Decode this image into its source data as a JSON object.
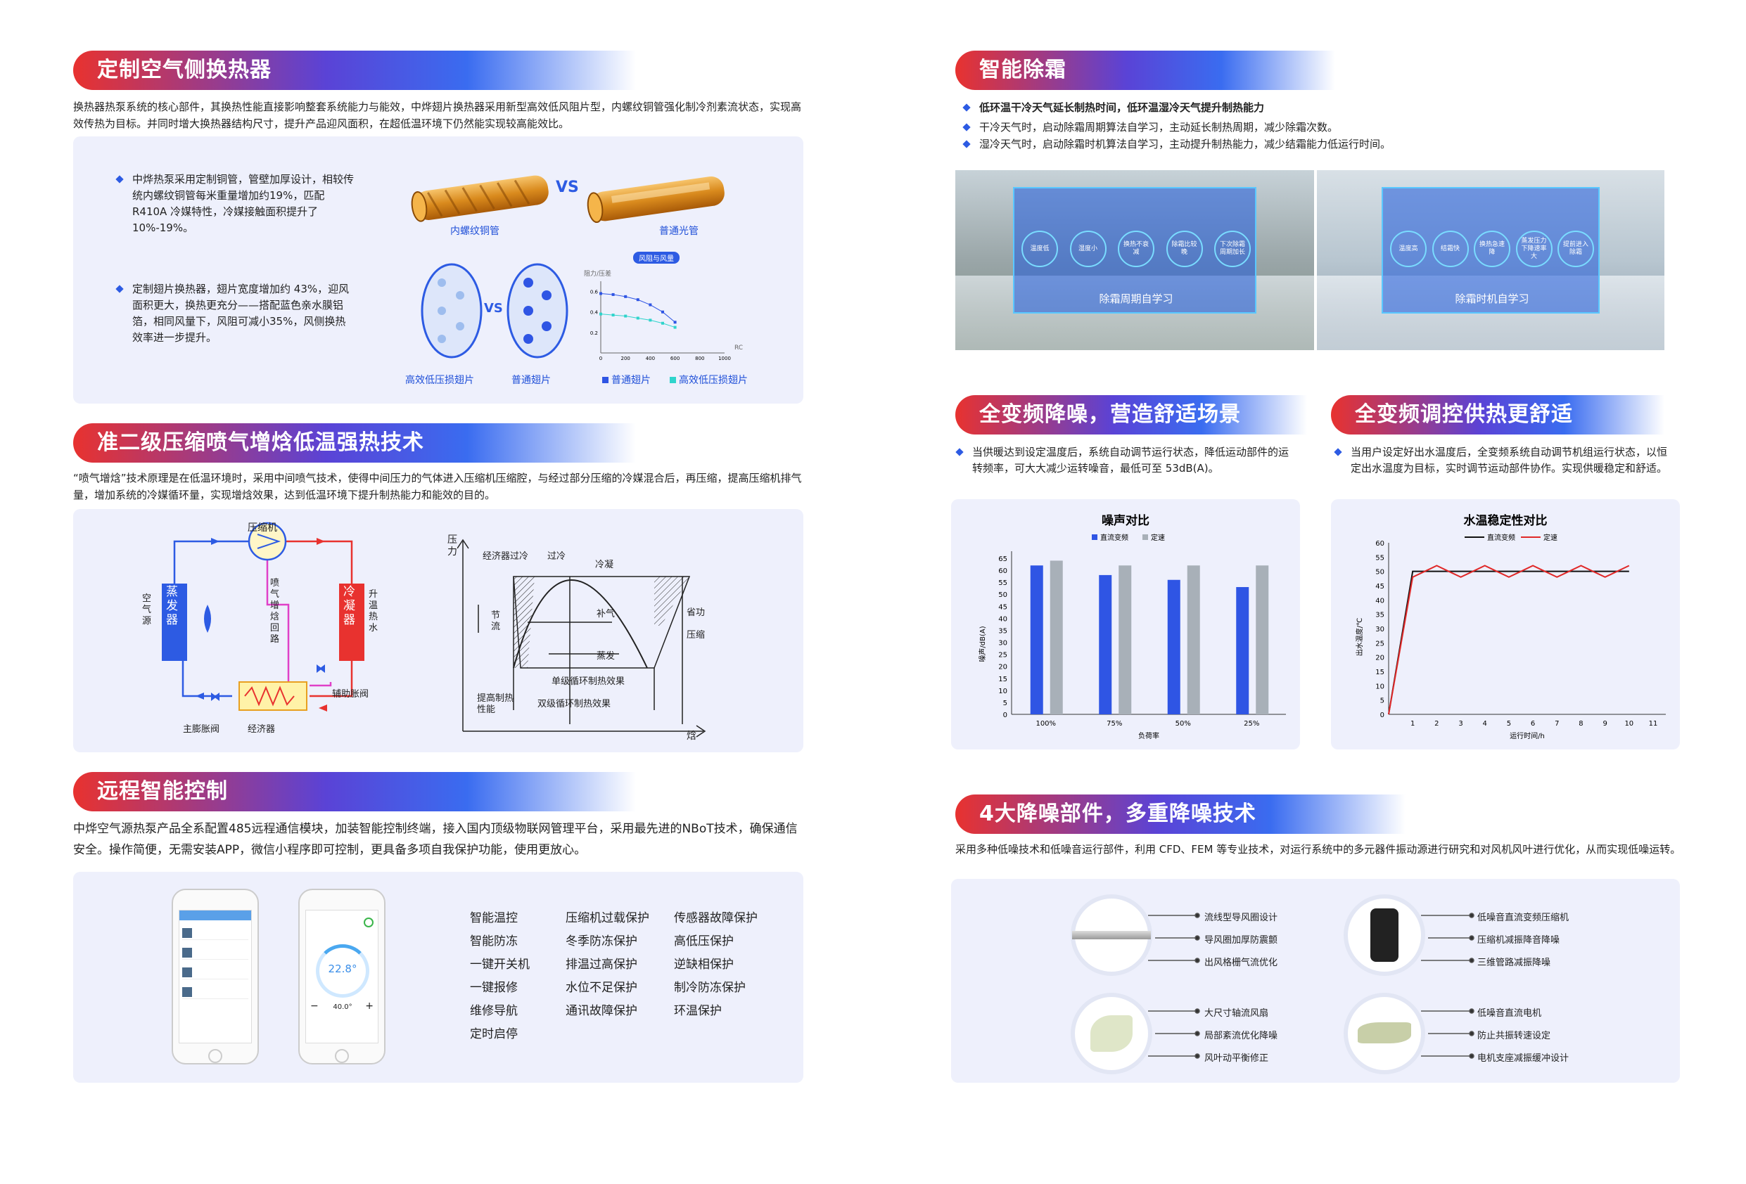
{
  "s1": {
    "title": "定制空气侧换热器",
    "intro": "换热器热泵系统的核心部件，其换热性能直接影响整套系统能力与能效，中烨翅片换热器采用新型高效低风阻片型，内螺纹铜管强化制冷剂素流状态，实现高效传热为目标。并同时增大换热器结构尺寸，提升产品迎风面积，在超低温环境下仍然能实现较高能效比。",
    "b1": "中烨热泵采用定制铜管，管壁加厚设计，相较传统内螺纹铜管每米重量增加约19%，匹配 R410A 冷媒特性，冷媒接触面积提升了 10%-19%。",
    "b2": "定制翅片换热器，翅片宽度增加约 43%，迎风面积更大，换热更充分——搭配蓝色亲水膜铝箔，相同风量下，风阻可减小35%，风侧换热效率进一步提升。",
    "vs": "VS",
    "tube1": "内螺纹铜管",
    "tube2": "普通光管",
    "fin1": "高效低压损翅片",
    "fin2": "普通翅片",
    "chart_title": "风阻与风量",
    "chart_ylabel": "阻力/压差",
    "chart_xlabel": "RC",
    "leg1": "普通翅片",
    "leg2": "高效低压损翅片"
  },
  "s2": {
    "title": "准二级压缩喷气增焓低温强热技术",
    "intro": "“喷气增焓”技术原理是在低温环境时，采用中间喷气技术，使得中间压力的气体进入压缩机压缩腔，与经过部分压缩的冷媒混合后，再压缩，提高压缩机排气量，增加系统的冷媒循环量，实现增焓效果，达到低温环境下提升制热能力和能效的目的。",
    "compressor": "压缩机",
    "evap": "蒸发器",
    "cond": "冷凝器",
    "air": "空气源",
    "water": "升温热水",
    "inject": "喷气增焓回路",
    "aux": "辅助胀阀",
    "main": "主膨胀阀",
    "eco": "经济器",
    "p_axis": "压力",
    "h_axis": "焓",
    "econ_sub": "经济器过冷",
    "subcool": "过冷",
    "condense": "冷凝",
    "throttle": "节流",
    "inject2": "补气",
    "save": "省功",
    "compress": "压缩",
    "evap2": "蒸发",
    "single": "单级循环制热效果",
    "dual": "双级循环制热效果",
    "improve": "提高制热性能"
  },
  "s3": {
    "title": "远程智能控制",
    "intro": "中烨空气源热泵产品全系配置485远程通信模块，加装智能控制终端，接入国内顶级物联网管理平台，采用最先进的NBoT技术，确保通信安全。操作简便，无需安装APP，微信小程序即可控制，更具备多项自我保护功能，使用更放心。",
    "temp": "22.8°",
    "set": "40.0°",
    "col1": [
      "智能温控",
      "智能防冻",
      "一键开关机",
      "一键报修",
      "维修导航",
      "定时启停"
    ],
    "col2": [
      "压缩机过载保护",
      "冬季防冻保护",
      "排温过高保护",
      "水位不足保护",
      "通讯故障保护"
    ],
    "col3": [
      "传感器故障保护",
      "高低压保护",
      "逆缺相保护",
      "制冷防冻保护",
      "环温保护"
    ]
  },
  "s4": {
    "title": "智能除霜",
    "b1": "低环温干冷天气延长制热时间，低环温湿冷天气提升制热能力",
    "b2": "干冷天气时，启动除霜周期算法自学习，主动延长制热周期，减少除霜次数。",
    "b3": "湿冷天气时，启动除霜时机算法自学习，主动提升制热能力，减少结霜能力低运行时间。",
    "img1_label": "除霜周期自学习",
    "img2_label": "除霜时机自学习",
    "img1_nodes": [
      "温度低",
      "湿度小",
      "换热不衰减",
      "除霜比较晚",
      "下次除霜周期加长"
    ],
    "img2_nodes": [
      "温度高",
      "结霜快",
      "换热急速降",
      "蒸发压力下降速率大",
      "提前进入除霜"
    ]
  },
  "s5": {
    "title": "全变频降噪，营造舒适场景",
    "b1": "当供暖达到设定温度后，系统自动调节运行状态，降低运动部件的运转频率，可大大减少运转噪音，最低可至 53dB(A)。"
  },
  "s6": {
    "title": "全变频调控供热更舒适",
    "b1": "当用户设定好出水温度后，全变频系统自动调节机组运行状态，以恒定出水温度为目标，实时调节运动部件协作。实现供暖稳定和舒适。"
  },
  "s7": {
    "title": "4大降噪部件，多重降噪技术",
    "intro": "采用多种低噪技术和低噪音运行部件，利用 CFD、FEM 等专业技术，对运行系统中的多元器件振动源进行研究和对风机风叶进行优化，从而实现低噪运转。",
    "g1": [
      "流线型导风圈设计",
      "导风圈加厚防震颤",
      "出风格栅气流优化"
    ],
    "g2": [
      "低噪音直流变频压缩机",
      "压缩机减振降音降噪",
      "三维管路减振降噪"
    ],
    "g3": [
      "大尺寸轴流风扇",
      "局部紊流优化降噪",
      "风叶动平衡修正"
    ],
    "g4": [
      "低噪音直流电机",
      "防止共振转速设定",
      "电机支座减振缓冲设计"
    ]
  },
  "chart_data": [
    {
      "type": "bar",
      "title": "噪声对比",
      "categories": [
        "100%",
        "75%",
        "50%",
        "25%"
      ],
      "series": [
        {
          "name": "直流变频",
          "values": [
            62,
            58,
            56,
            53
          ],
          "color": "#2f55e4"
        },
        {
          "name": "定速",
          "values": [
            64,
            62,
            62,
            62
          ],
          "color": "#a8b0b8"
        }
      ],
      "xlabel": "负荷率",
      "ylabel": "噪声/dB(A)",
      "ylim": [
        0,
        65
      ],
      "yticks": [
        0,
        5,
        10,
        15,
        20,
        25,
        30,
        35,
        40,
        45,
        50,
        55,
        60,
        65
      ]
    },
    {
      "type": "line",
      "title": "水温稳定性对比",
      "x": [
        0,
        1,
        2,
        3,
        4,
        5,
        6,
        7,
        8,
        9,
        10,
        11
      ],
      "series": [
        {
          "name": "直流变频",
          "x": [
            0,
            1,
            10
          ],
          "values": [
            0,
            50,
            50
          ],
          "color": "#111111"
        },
        {
          "name": "定速",
          "x": [
            0,
            1,
            1.5,
            2,
            2.5,
            3,
            3.5,
            4,
            4.5,
            5,
            5.5,
            6,
            6.5,
            7,
            7.5,
            8,
            8.5,
            9,
            9.5,
            10
          ],
          "values": [
            0,
            48,
            50,
            52,
            50,
            48,
            50,
            52,
            50,
            48,
            50,
            52,
            50,
            48,
            50,
            52,
            50,
            48,
            50,
            52
          ],
          "color": "#e02828"
        }
      ],
      "xlabel": "运行时间/h",
      "ylabel": "出水温度/℃",
      "xlim": [
        0,
        11
      ],
      "ylim": [
        0,
        60
      ],
      "yticks": [
        0,
        5,
        10,
        15,
        20,
        25,
        30,
        35,
        40,
        45,
        50,
        55,
        60
      ]
    },
    {
      "type": "line",
      "title": "风阻与风量",
      "series": [
        {
          "name": "普通翅片",
          "x": [
            0,
            100,
            200,
            300,
            400,
            500,
            600
          ],
          "values": [
            0.58,
            0.57,
            0.55,
            0.52,
            0.47,
            0.4,
            0.3
          ],
          "color": "#2f55e4"
        },
        {
          "name": "高效低压损翅片",
          "x": [
            0,
            100,
            200,
            300,
            400,
            500,
            600
          ],
          "values": [
            0.38,
            0.37,
            0.36,
            0.34,
            0.32,
            0.29,
            0.25
          ],
          "color": "#2fd4cc"
        }
      ],
      "xlabel": "RC",
      "ylabel": "阻力/压差",
      "xticks": [
        0,
        200,
        400,
        600,
        800,
        1000
      ],
      "yticks": [
        0.2,
        0.4,
        0.6
      ]
    }
  ]
}
